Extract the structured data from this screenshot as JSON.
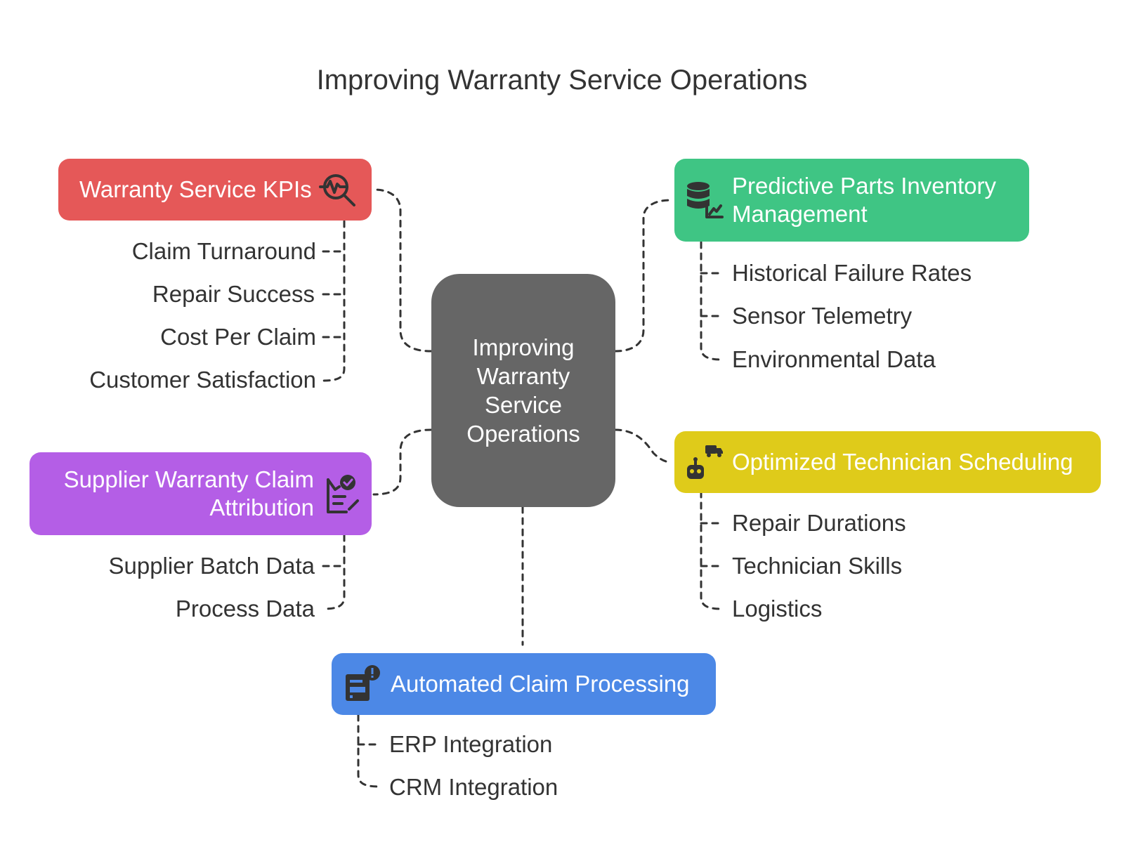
{
  "title": "Improving Warranty Service Operations",
  "center": {
    "label": "Improving Warranty Service Operations"
  },
  "colors": {
    "kpis": "#E55858",
    "predictive": "#3FC584",
    "scheduling": "#DFCB1A",
    "supplier": "#B45EE6",
    "automated": "#4C88E6",
    "center": "#666666",
    "connector": "#333333"
  },
  "branches": {
    "kpis": {
      "label": "Warranty Service KPIs",
      "icon": "monitoring-magnifier-icon",
      "items": [
        "Claim Turnaround",
        "Repair Success",
        "Cost Per Claim",
        "Customer Satisfaction"
      ]
    },
    "predictive": {
      "label_line1": "Predictive Parts Inventory",
      "label_line2": "Management",
      "icon": "database-chart-icon",
      "items": [
        "Historical Failure Rates",
        "Sensor Telemetry",
        "Environmental Data"
      ]
    },
    "scheduling": {
      "label": "Optimized Technician Scheduling",
      "icon": "technician-truck-icon",
      "items": [
        "Repair Durations",
        "Technician Skills",
        "Logistics"
      ]
    },
    "supplier": {
      "label_line1": "Supplier Warranty Claim",
      "label_line2": "Attribution",
      "icon": "supplier-checklist-icon",
      "items": [
        "Supplier Batch Data",
        "Process Data"
      ]
    },
    "automated": {
      "label": "Automated Claim Processing",
      "icon": "form-alert-icon",
      "items": [
        "ERP Integration",
        "CRM Integration"
      ]
    }
  }
}
